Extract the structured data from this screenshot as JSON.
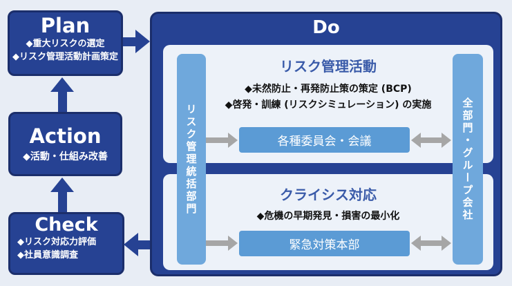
{
  "colors": {
    "background": "#e8edf5",
    "navy_fill": "#264293",
    "navy_border": "#1b2e6b",
    "light_blue_bar": "#6fa8dc",
    "mid_blue_box": "#5b9bd5",
    "panel_bg": "#edf2f9",
    "panel_title_text": "#3a5ba9",
    "gray_arrow": "#a6a6a6"
  },
  "plan": {
    "title": "Plan",
    "bullets": [
      "◆重大リスクの選定",
      "◆リスク管理活動計画策定"
    ]
  },
  "action": {
    "title": "Action",
    "bullets": [
      "◆活動・仕組み改善"
    ]
  },
  "check": {
    "title": "Check",
    "bullets": [
      "◆リスク対応力評価",
      "◆社員意識調査"
    ]
  },
  "do": {
    "title": "Do",
    "left_bar": "リスク管理統括部門",
    "right_bar": "全部門・グループ会社",
    "risk_management": {
      "title": "リスク管理活動",
      "bullets": [
        "◆未然防止・再発防止策の策定 (BCP)",
        "◆啓発・訓練 (リスクシミュレーション) の実施"
      ],
      "box": "各種委員会・会議"
    },
    "crisis_response": {
      "title": "クライシス対応",
      "bullets": [
        "◆危機の早期発見・損害の最小化"
      ],
      "box": "緊急対策本部"
    }
  }
}
